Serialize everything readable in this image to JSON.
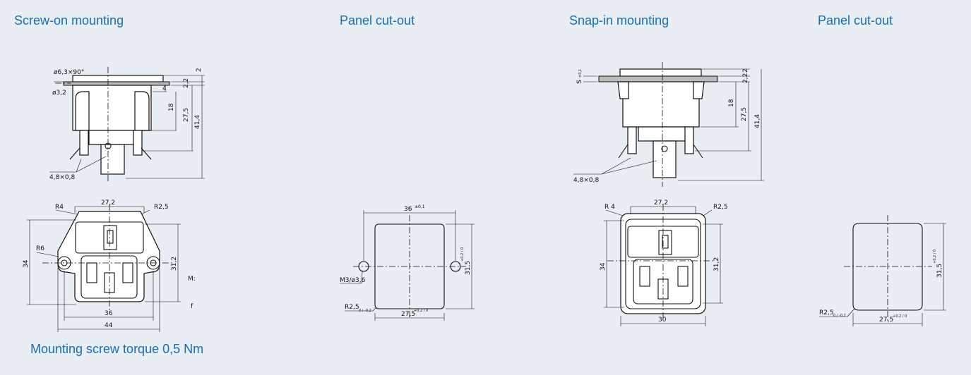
{
  "headings": {
    "screw_on": "Screw-on mounting",
    "panel_cutout_1": "Panel cut-out",
    "snap_in": "Snap-in mounting",
    "panel_cutout_2": "Panel cut-out"
  },
  "note": "Mounting screw torque 0,5 Nm",
  "colors": {
    "accent": "#1a6db2",
    "background": "#e8eef4"
  },
  "dims": {
    "screw_side": {
      "csk": "ø6,3×90°",
      "hole": "ø3,2",
      "d2": "2",
      "d22": "2,2",
      "d4": "4",
      "d18": "18",
      "d275": "27,5",
      "d414": "41,4",
      "tab": "4,8×0,8"
    },
    "screw_front": {
      "width_top": "27,2",
      "r4": "R4",
      "r25": "R2,5",
      "r6": "R6",
      "height": "34",
      "h312": "31,2",
      "w36": "36",
      "w44": "44",
      "cut_m": "M:",
      "cut_f": "f"
    },
    "cutout1": {
      "width": "36",
      "width_tol": "±0,1",
      "height": "31,5",
      "height_tol": "+0,2 / 0",
      "thread": "M3/ø3,6",
      "radius": "R2,5",
      "radius_tol": "0 / -0,2",
      "bottom": "27,5",
      "bottom_tol": "+0,2 / 0"
    },
    "snap_side": {
      "thickness": "S",
      "thickness_tol": "±0,1",
      "d2": "2",
      "d22": "2,2",
      "d18": "18",
      "d275": "27,5",
      "d414": "41,4",
      "tab": "4,8×0,8"
    },
    "snap_front": {
      "width_top": "27,2",
      "r4": "R 4",
      "r25": "R2,5",
      "height": "34",
      "h312": "31,2",
      "w30": "30"
    },
    "cutout2": {
      "height": "31,5",
      "height_tol": "+0,2 / 0",
      "radius": "R2,5",
      "radius_tol": "0 / -0,2",
      "bottom": "27,5",
      "bottom_tol": "+0,2 / 0"
    }
  }
}
